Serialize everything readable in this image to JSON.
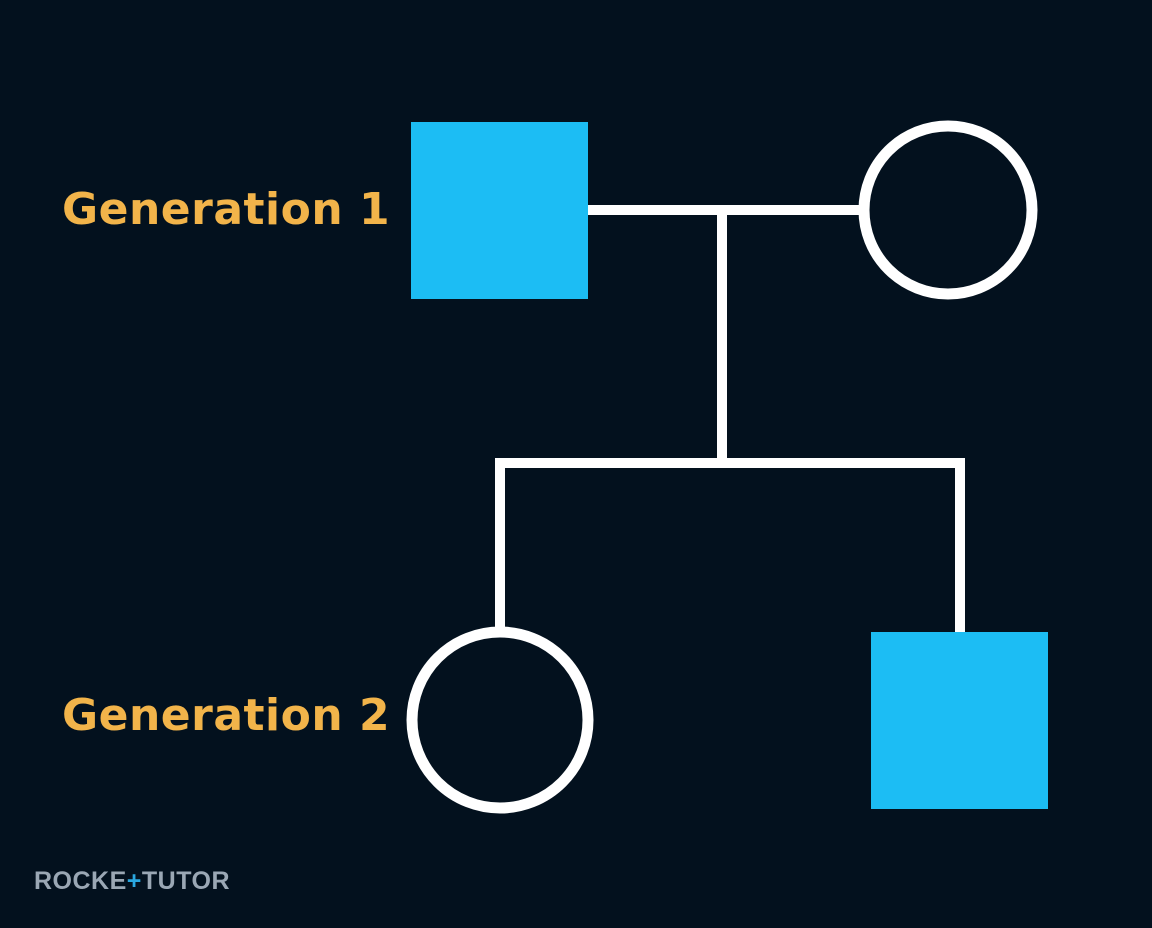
{
  "generations": [
    {
      "label": "Generation 1"
    },
    {
      "label": "Generation 2"
    }
  ],
  "individuals": [
    {
      "generation": 1,
      "shape": "square",
      "affected": true
    },
    {
      "generation": 1,
      "shape": "circle",
      "affected": false
    },
    {
      "generation": 2,
      "shape": "circle",
      "affected": false
    },
    {
      "generation": 2,
      "shape": "square",
      "affected": true
    }
  ],
  "colors": {
    "background": "#03111e",
    "affected": "#1cbdf4",
    "line": "#ffffff",
    "label": "#f2b44a"
  },
  "logo": {
    "part1": "ROCKE",
    "accent": "+",
    "part2": "TUTOR"
  }
}
